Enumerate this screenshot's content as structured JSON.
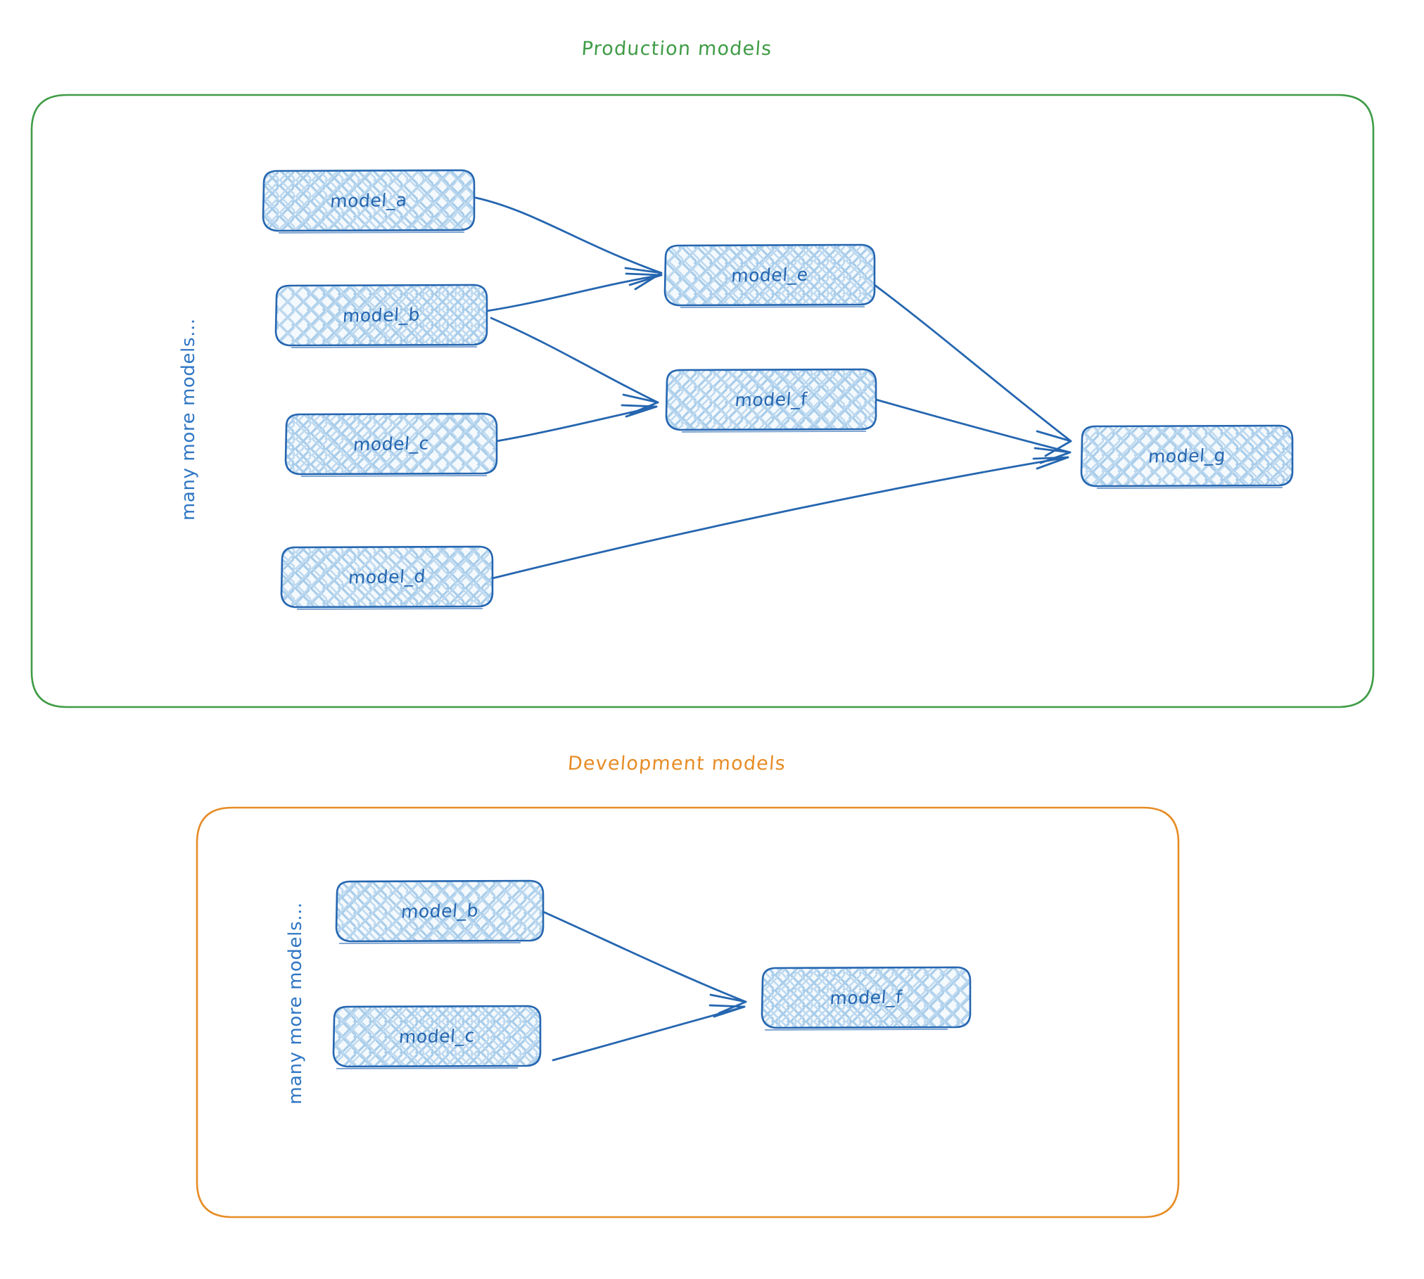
{
  "diagram": {
    "type": "dag-lineage",
    "background": "#ffffff",
    "groups": [
      {
        "id": "production",
        "title": "Production models",
        "title_color": "#3f9c46",
        "border_color": "#3f9c46",
        "note": "many more models...",
        "note_color": "#2f76c4",
        "nodes": [
          {
            "id": "prod_model_a",
            "label": "model_a"
          },
          {
            "id": "prod_model_b",
            "label": "model_b"
          },
          {
            "id": "prod_model_c",
            "label": "model_c"
          },
          {
            "id": "prod_model_d",
            "label": "model_d"
          },
          {
            "id": "prod_model_e",
            "label": "model_e"
          },
          {
            "id": "prod_model_f",
            "label": "model_f"
          },
          {
            "id": "prod_model_g",
            "label": "model_g"
          }
        ],
        "edges": [
          {
            "from": "model_a",
            "to": "model_e"
          },
          {
            "from": "model_b",
            "to": "model_e"
          },
          {
            "from": "model_b",
            "to": "model_f"
          },
          {
            "from": "model_c",
            "to": "model_f"
          },
          {
            "from": "model_e",
            "to": "model_g"
          },
          {
            "from": "model_f",
            "to": "model_g"
          },
          {
            "from": "model_d",
            "to": "model_g"
          }
        ]
      },
      {
        "id": "development",
        "title": "Development models",
        "title_color": "#e78c25",
        "border_color": "#e78c25",
        "note": "many more models...",
        "note_color": "#2f76c4",
        "nodes": [
          {
            "id": "dev_model_b",
            "label": "model_b"
          },
          {
            "id": "dev_model_c",
            "label": "model_c"
          },
          {
            "id": "dev_model_f",
            "label": "model_f"
          }
        ],
        "edges": [
          {
            "from": "model_b",
            "to": "model_f"
          },
          {
            "from": "model_c",
            "to": "model_f"
          }
        ]
      }
    ],
    "node_style": {
      "stroke": "#2566b0",
      "fill_hatch": "#9fc6e8",
      "fill_base": "#eef5fc",
      "text_color": "#2566b0"
    },
    "edge_style": {
      "stroke": "#2566b0"
    }
  }
}
